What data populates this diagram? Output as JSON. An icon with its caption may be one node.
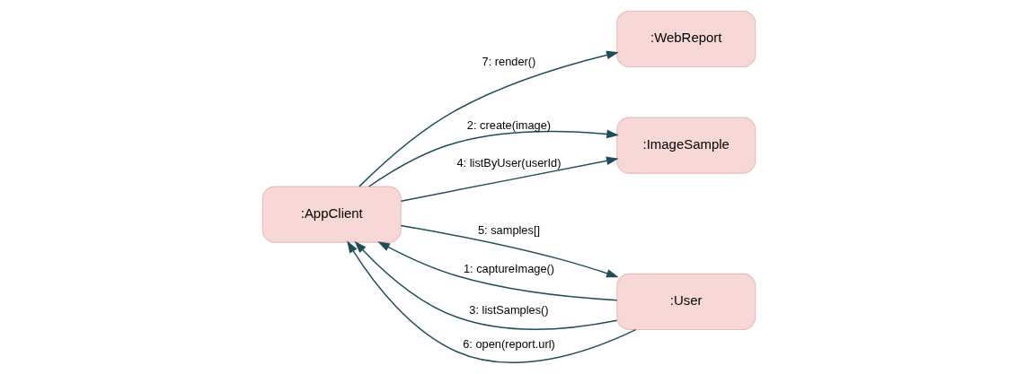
{
  "diagram": {
    "nodes": [
      {
        "text": [
          ":AppClient"
        ]
      },
      {
        "text": [
          ":WebReport"
        ]
      },
      {
        "text": [
          ":ImageSample"
        ]
      },
      {
        "text": [
          ":User"
        ]
      }
    ],
    "edges": [
      {
        "from": 3,
        "to": 0,
        "arrow": "to",
        "label": "1: captureImage()"
      },
      {
        "from": 0,
        "to": 2,
        "arrow": "to",
        "label": "2: create(image)"
      },
      {
        "from": 3,
        "to": 0,
        "arrow": "to",
        "label": "3: listSamples()"
      },
      {
        "from": 0,
        "to": 2,
        "arrow": "to",
        "label": "4: listByUser(userId)"
      },
      {
        "from": 0,
        "to": 3,
        "arrow": "to",
        "label": "5: samples[]"
      },
      {
        "from": 3,
        "to": 0,
        "arrow": "to",
        "label": "6: open(report.url)"
      },
      {
        "from": 0,
        "to": 1,
        "arrow": "to",
        "label": "7: render()"
      }
    ]
  }
}
